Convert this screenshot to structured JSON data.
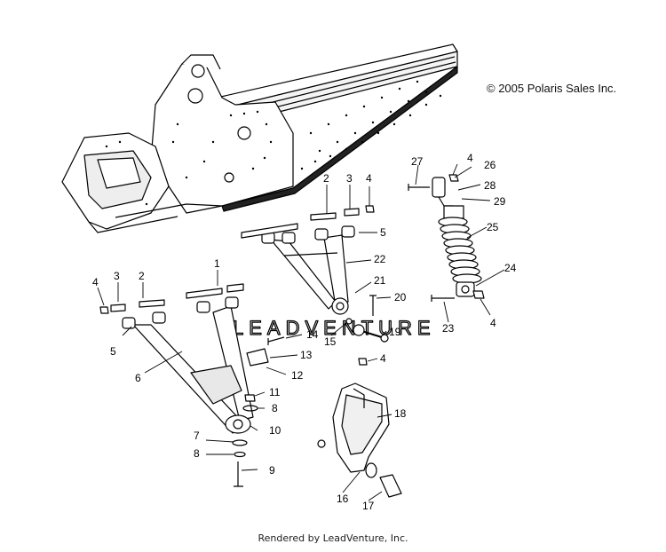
{
  "copyright": "© 2005 Polaris Sales Inc.",
  "footer": "Rendered by LeadVenture, Inc.",
  "watermark": "LEADVENTURE",
  "callouts": [
    {
      "id": "c1",
      "label": "1"
    },
    {
      "id": "c2a",
      "label": "2"
    },
    {
      "id": "c2b",
      "label": "2"
    },
    {
      "id": "c3a",
      "label": "3"
    },
    {
      "id": "c3b",
      "label": "3"
    },
    {
      "id": "c4a",
      "label": "4"
    },
    {
      "id": "c4b",
      "label": "4"
    },
    {
      "id": "c4c",
      "label": "4"
    },
    {
      "id": "c4d",
      "label": "4"
    },
    {
      "id": "c4e",
      "label": "4"
    },
    {
      "id": "c5a",
      "label": "5"
    },
    {
      "id": "c5b",
      "label": "5"
    },
    {
      "id": "c6",
      "label": "6"
    },
    {
      "id": "c7",
      "label": "7"
    },
    {
      "id": "c8a",
      "label": "8"
    },
    {
      "id": "c8b",
      "label": "8"
    },
    {
      "id": "c9",
      "label": "9"
    },
    {
      "id": "c10",
      "label": "10"
    },
    {
      "id": "c11",
      "label": "11"
    },
    {
      "id": "c12",
      "label": "12"
    },
    {
      "id": "c13",
      "label": "13"
    },
    {
      "id": "c14",
      "label": "14"
    },
    {
      "id": "c15",
      "label": "15"
    },
    {
      "id": "c16",
      "label": "16"
    },
    {
      "id": "c17",
      "label": "17"
    },
    {
      "id": "c18",
      "label": "18"
    },
    {
      "id": "c19",
      "label": "19"
    },
    {
      "id": "c20",
      "label": "20"
    },
    {
      "id": "c21",
      "label": "21"
    },
    {
      "id": "c22",
      "label": "22"
    },
    {
      "id": "c23",
      "label": "23"
    },
    {
      "id": "c24",
      "label": "24"
    },
    {
      "id": "c25",
      "label": "25"
    },
    {
      "id": "c26",
      "label": "26"
    },
    {
      "id": "c27",
      "label": "27"
    },
    {
      "id": "c28",
      "label": "28"
    },
    {
      "id": "c29",
      "label": "29"
    }
  ]
}
